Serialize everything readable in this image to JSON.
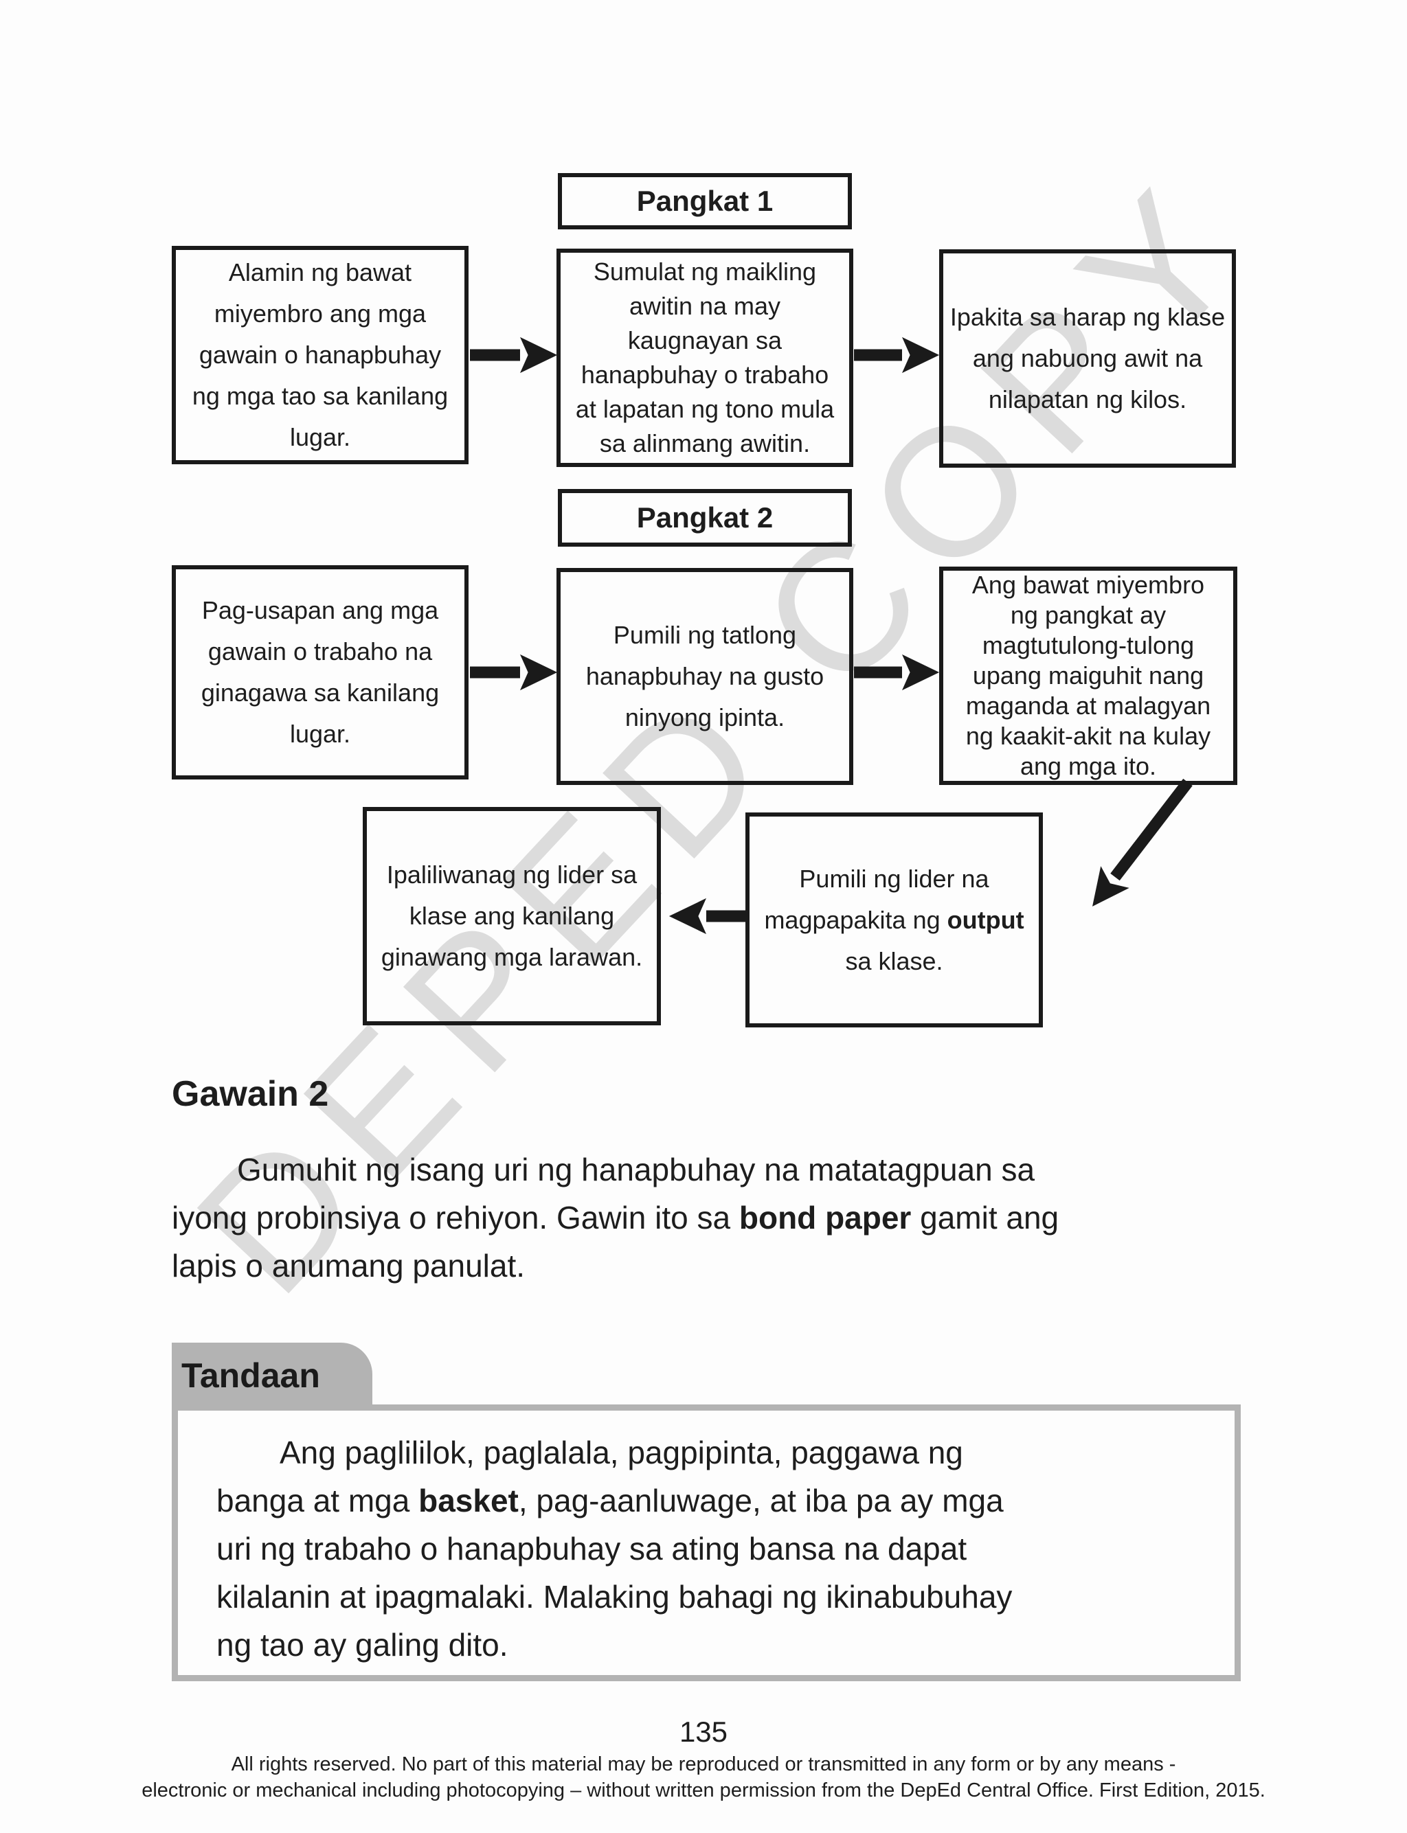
{
  "watermark_text": "DEPED COPY",
  "colors": {
    "ink": "#1a1a1a",
    "tandaan_gray": "#b3b3b3",
    "watermark_gray": "#dcdcdc"
  },
  "pangkat1": {
    "title": "Pangkat 1",
    "box1": "Alamin ng bawat\nmiyembro ang mga\ngawain o hanapbuhay\nng mga tao sa kanilang\nlugar.",
    "box2": "Sumulat ng maikling\nawitin na may\nkaugnayan sa\nhanapbuhay o trabaho\nat lapatan ng tono mula\nsa alinmang awitin.",
    "box3": "Ipakita sa harap ng klase\nang nabuong awit na\nnilapatan ng kilos."
  },
  "pangkat2": {
    "title": "Pangkat 2",
    "box1": "Pag-usapan ang mga\ngawain o trabaho na\nginagawa sa kanilang\nlugar.",
    "box2": "Pumili ng tatlong\nhanapbuhay na gusto\nninyong ipinta.",
    "box3": "Ang bawat miyembro\nng pangkat ay\nmagtutulong-tulong\nupang maiguhit nang\nmaganda at malagyan\nng kaakit-akit na kulay\nang mga ito.",
    "box4_pre": "Pumili ng lider na\nmagpapakita ng ",
    "box4_bold": "output",
    "box4_post": "\nsa klase.",
    "box5": "Ipaliliwanag ng lider sa\nklase ang kanilang\nginawang mga larawan."
  },
  "gawain2": {
    "heading": "Gawain 2",
    "para_pre": "Gumuhit ng isang uri ng hanapbuhay na matatagpuan sa\niyong probinsiya o rehiyon. Gawin ito sa ",
    "para_bold": "bond paper",
    "para_post": " gamit ang\nlapis o anumang panulat."
  },
  "tandaan": {
    "title": "Tandaan",
    "body_pre": "Ang paglililok, paglalala, pagpipinta, paggawa ng\nbanga at mga ",
    "body_bold": "basket",
    "body_post": ", pag-aanluwage, at iba pa ay mga\nuri ng trabaho o hanapbuhay sa ating bansa na dapat\nkilalanin at ipagmalaki. Malaking bahagi ng ikinabubuhay\nng tao ay galing dito."
  },
  "footer": {
    "page_number": "135",
    "line1": "All rights reserved. No part of this material may be reproduced or transmitted in any form or by any means -",
    "line2": "electronic or mechanical including photocopying – without written permission from the DepEd Central Office. First Edition, 2015."
  }
}
